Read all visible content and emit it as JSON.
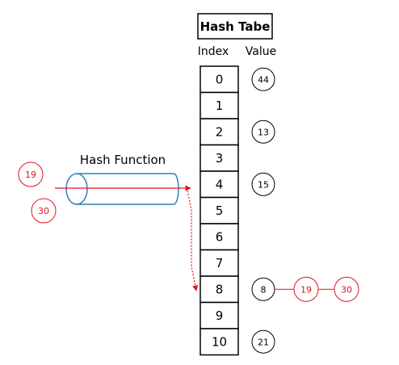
{
  "title": "Hash Tabe",
  "headers": {
    "index": "Index",
    "value": "Value"
  },
  "hash_function_label": "Hash Function",
  "index_labels": [
    "0",
    "1",
    "2",
    "3",
    "4",
    "5",
    "6",
    "7",
    "8",
    "9",
    "10"
  ],
  "stored_values": [
    {
      "index": 0,
      "value": "44"
    },
    {
      "index": 2,
      "value": "13"
    },
    {
      "index": 4,
      "value": "15"
    },
    {
      "index": 8,
      "value": "8"
    },
    {
      "index": 10,
      "value": "21"
    }
  ],
  "incoming_keys": [
    "19",
    "30"
  ],
  "chain_index": 8,
  "chain_values": [
    "19",
    "30"
  ],
  "colors": {
    "highlight": "#e0141e",
    "pipe": "#2e7eb8",
    "ink": "#000000"
  }
}
